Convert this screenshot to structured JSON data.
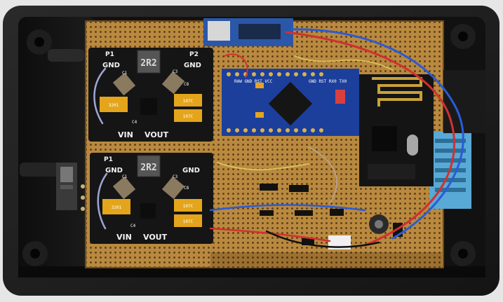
{
  "buck_top": {
    "inductor": "2R2",
    "pad_p1": "P1",
    "pad_p2": "P2",
    "gnd_left": "GND",
    "gnd_right": "GND",
    "vin": "VIN",
    "vout": "VOUT",
    "c_labels": [
      "C1",
      "C3",
      "C4",
      "C8"
    ],
    "tant_left": "3201",
    "tant_right_a": "107C",
    "tant_right_b": "107C"
  },
  "buck_bottom": {
    "inductor": "2R2",
    "pad_p1": "P1",
    "gnd_left": "GND",
    "gnd_right": "GND",
    "vin": "VIN",
    "vout": "VOUT",
    "c_labels": [
      "C1",
      "C3",
      "C4",
      "C8"
    ],
    "tant_left": "3201",
    "tant_right_a": "107C",
    "tant_right_b": "107C"
  },
  "arduino": {
    "header_top": "GND RST RX0 TX0",
    "header_top_left": "RAW GND RST VCC"
  }
}
